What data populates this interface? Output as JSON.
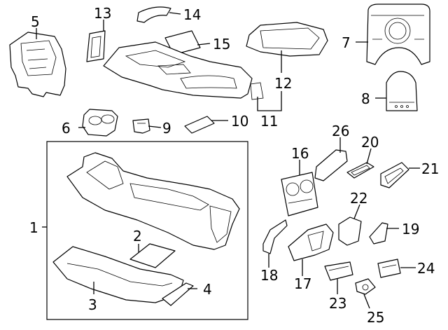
{
  "callouts": [
    {
      "id": "c1",
      "label": "1"
    },
    {
      "id": "c2",
      "label": "2"
    },
    {
      "id": "c3",
      "label": "3"
    },
    {
      "id": "c4",
      "label": "4"
    },
    {
      "id": "c5",
      "label": "5"
    },
    {
      "id": "c6",
      "label": "6"
    },
    {
      "id": "c7",
      "label": "7"
    },
    {
      "id": "c8",
      "label": "8"
    },
    {
      "id": "c9",
      "label": "9"
    },
    {
      "id": "c10",
      "label": "10"
    },
    {
      "id": "c11",
      "label": "11"
    },
    {
      "id": "c12",
      "label": "12"
    },
    {
      "id": "c13",
      "label": "13"
    },
    {
      "id": "c14",
      "label": "14"
    },
    {
      "id": "c15",
      "label": "15"
    },
    {
      "id": "c16",
      "label": "16"
    },
    {
      "id": "c17",
      "label": "17"
    },
    {
      "id": "c18",
      "label": "18"
    },
    {
      "id": "c19",
      "label": "19"
    },
    {
      "id": "c20",
      "label": "20"
    },
    {
      "id": "c21",
      "label": "21"
    },
    {
      "id": "c22",
      "label": "22"
    },
    {
      "id": "c23",
      "label": "23"
    },
    {
      "id": "c24",
      "label": "24"
    },
    {
      "id": "c25",
      "label": "25"
    },
    {
      "id": "c26",
      "label": "26"
    }
  ]
}
